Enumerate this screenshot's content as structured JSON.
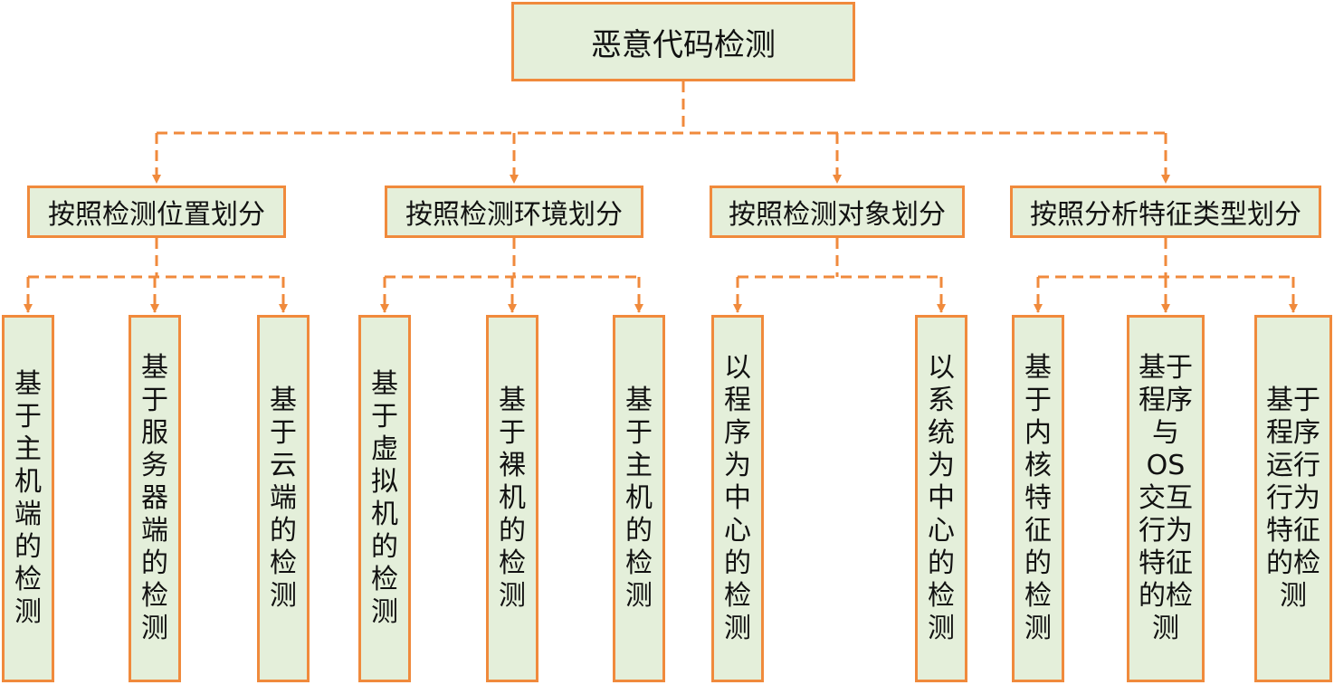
{
  "root": "恶意代码检测",
  "categories": [
    {
      "label": "按照检测位置划分",
      "children": [
        [
          "基",
          "于",
          "主",
          "机",
          "端",
          "的",
          "检",
          "测"
        ],
        [
          "基",
          "于",
          "服",
          "务",
          "器",
          "端",
          "的",
          "检",
          "测"
        ],
        [
          "基",
          "于",
          "云",
          "端",
          "的",
          "检",
          "测"
        ]
      ]
    },
    {
      "label": "按照检测环境划分",
      "children": [
        [
          "基",
          "于",
          "虚",
          "拟",
          "机",
          "的",
          "检",
          "测"
        ],
        [
          "基",
          "于",
          "裸",
          "机",
          "的",
          "检",
          "测"
        ],
        [
          "基",
          "于",
          "主",
          "机",
          "的",
          "检",
          "测"
        ]
      ]
    },
    {
      "label": "按照检测对象划分",
      "children": [
        [
          "以",
          "程",
          "序",
          "为",
          "中",
          "心",
          "的",
          "检",
          "测"
        ],
        [
          "以",
          "系",
          "统",
          "为",
          "中",
          "心",
          "的",
          "检",
          "测"
        ]
      ]
    },
    {
      "label": "按照分析特征类型划分",
      "children": [
        [
          "基",
          "于",
          "内",
          "核",
          "特",
          "征",
          "的",
          "检",
          "测"
        ],
        [
          "基于",
          "程序",
          "与",
          "OS",
          "交互",
          "行为",
          "特征",
          "的检",
          "测"
        ],
        [
          "基于",
          "程序",
          "运行",
          "行为",
          "特征",
          "的检",
          "测"
        ]
      ]
    }
  ],
  "colors": {
    "box_fill": "#e4efda",
    "border": "#f08a3c",
    "connector": "#f08a3c"
  }
}
